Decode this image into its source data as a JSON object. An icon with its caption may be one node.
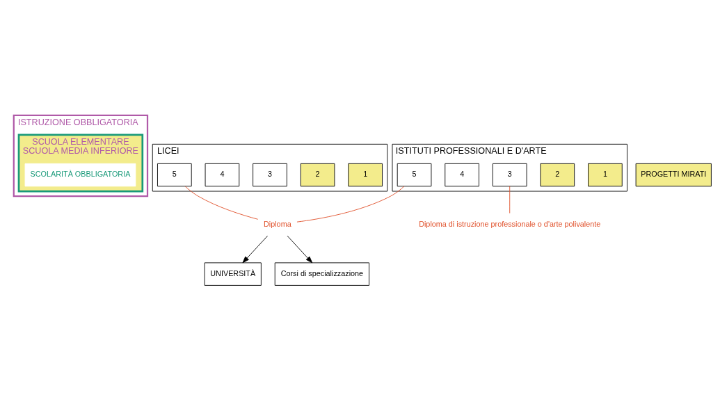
{
  "diagram": {
    "nodes": [
      {
        "text": [
          "ISTRUZIONE OBBLIGATORIA"
        ]
      },
      {
        "text": [
          "SCUOLA ELEMENTARE",
          "SCUOLA MEDIA INFERIORE"
        ],
        "in": 0
      },
      {
        "text": [
          "SCOLARITÀ OBBLIGATORIA"
        ],
        "in": 1
      },
      {
        "text": [
          "LICEI"
        ]
      },
      {
        "text": [
          "1"
        ],
        "in": 3
      },
      {
        "text": [
          "2"
        ],
        "in": 3
      },
      {
        "text": [
          "3"
        ],
        "in": 3
      },
      {
        "text": [
          "4"
        ],
        "in": 3
      },
      {
        "text": [
          "5"
        ],
        "in": 3
      },
      {
        "text": [
          "ISTITUTI PROFESSIONALI E D'ARTE"
        ]
      },
      {
        "text": [
          "1"
        ],
        "in": 9
      },
      {
        "text": [
          "2"
        ],
        "in": 9
      },
      {
        "text": [
          "3"
        ],
        "in": 9
      },
      {
        "text": [
          "4"
        ],
        "in": 9
      },
      {
        "text": [
          "5"
        ],
        "in": 9
      },
      {
        "text": [
          "PROGETTI MIRATI"
        ]
      },
      {
        "text": [
          "UNIVERSITÀ"
        ]
      },
      {
        "text": [
          "Corsi di specializzazione"
        ]
      },
      {
        "text": [
          "Diploma"
        ]
      },
      {
        "text": [
          "Diploma di istruzione professionale o d'arte polivalente"
        ]
      }
    ],
    "edges": [
      {
        "from": 8,
        "to": 18,
        "arrow": "none",
        "color": "#e0502a"
      },
      {
        "from": 14,
        "to": 18,
        "arrow": "none",
        "color": "#e0502a"
      },
      {
        "from": 18,
        "to": 16,
        "arrow": "to",
        "color": "#000000"
      },
      {
        "from": 18,
        "to": 17,
        "arrow": "to",
        "color": "#000000"
      },
      {
        "from": 12,
        "to": 19,
        "arrow": "none",
        "color": "#e0502a"
      }
    ]
  }
}
